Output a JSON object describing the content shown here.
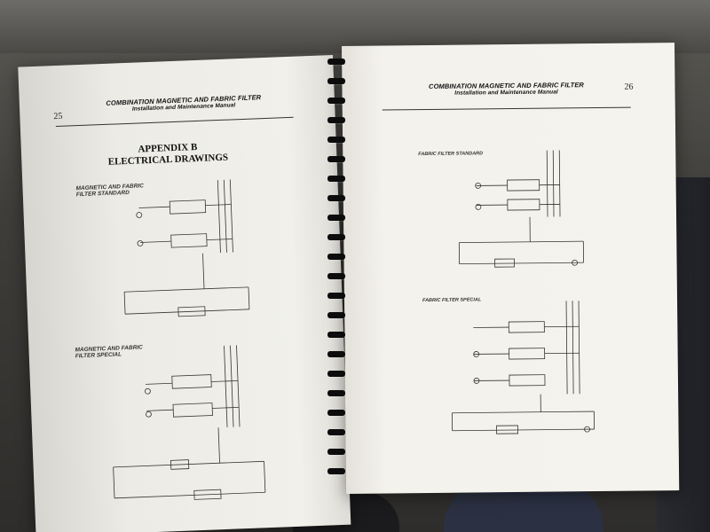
{
  "left_page": {
    "header_title": "COMBINATION MAGNETIC AND FABRIC FILTER",
    "header_subtitle": "Installation and Maintenance Manual",
    "page_number": "25",
    "appendix_title": "APPENDIX B",
    "appendix_subtitle": "ELECTRICAL DRAWINGS",
    "diagram_1_title": "MAGNETIC AND FABRIC\nFILTER STANDARD",
    "diagram_2_title": "MAGNETIC AND FABRIC\nFILTER SPECIAL"
  },
  "right_page": {
    "header_title": "COMBINATION MAGNETIC AND FABRIC FILTER",
    "header_subtitle": "Installation and Maintenance Manual",
    "page_number": "26",
    "diagram_1_title": "FABRIC FILTER STANDARD",
    "diagram_2_title": "FABRIC FILTER SPECIAL"
  },
  "colors": {
    "paper": "#f2f0ea",
    "ink": "#222222",
    "binding": "#0c0c0c"
  }
}
